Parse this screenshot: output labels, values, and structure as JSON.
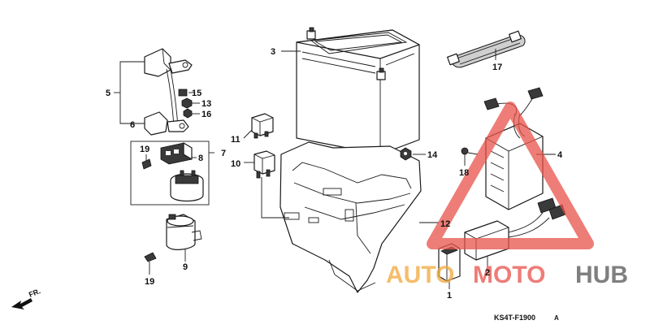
{
  "callouts": {
    "p1": "1",
    "p2": "2",
    "p3": "3",
    "p4": "4",
    "p5": "5",
    "p6": "6",
    "p7": "7",
    "p8": "8",
    "p9": "9",
    "p10": "10",
    "p11": "11",
    "p12": "12",
    "p13": "13",
    "p14": "14",
    "p15": "15",
    "p16": "16",
    "p17": "17",
    "p18": "18",
    "p19a": "19",
    "p19b": "19"
  },
  "orientation": {
    "front_label": "FR."
  },
  "diagram_code": "KS4T-F1900",
  "diagram_code_suffix": "A",
  "watermark": {
    "word_auto": "AUTO",
    "word_moto": "MOTO",
    "word_hub": "HUB",
    "color_primary": "#e8524a",
    "color_secondary": "#f2a73b",
    "color_text_dark": "#555555"
  }
}
